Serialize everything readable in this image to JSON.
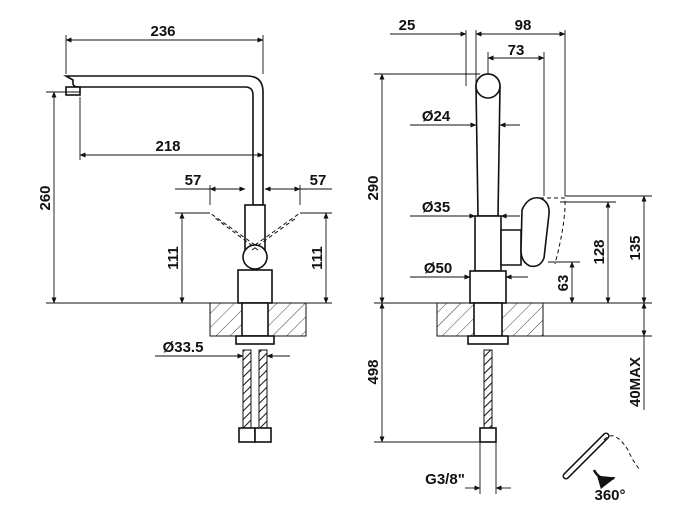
{
  "side_view": {
    "dimensions": {
      "total_width": "236",
      "spout_reach": "218",
      "lever_left": "57",
      "lever_right": "57",
      "height": "260",
      "lever_height_left": "111",
      "lever_height_right": "111",
      "hose_diameter": "Ø33.5"
    }
  },
  "front_view": {
    "dimensions": {
      "offset": "25",
      "depth": "98",
      "handle_depth": "73",
      "height": "290",
      "dia_spout": "Ø24",
      "dia_body": "Ø35",
      "dia_base": "Ø50",
      "handle_bottom": "63",
      "handle_top": "128",
      "handle_max": "135",
      "below_deck": "498",
      "deck_thickness": "40MAX",
      "thread": "G3/8\""
    }
  },
  "rotation": {
    "label": "360°"
  },
  "colors": {
    "line": "#111111",
    "background": "#ffffff"
  }
}
